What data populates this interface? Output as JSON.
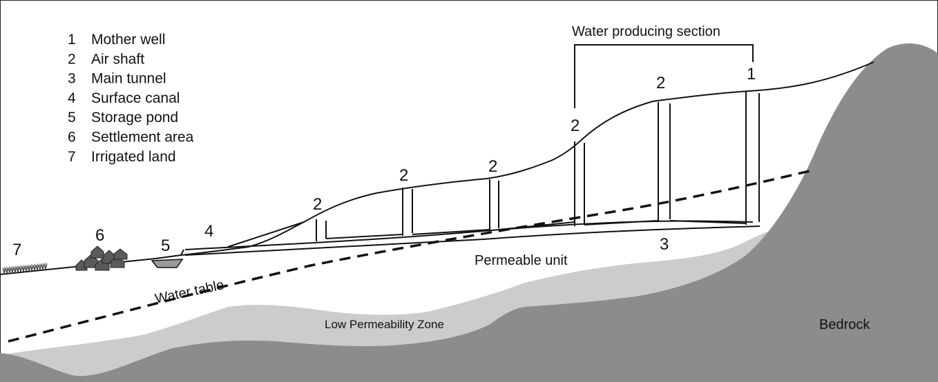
{
  "legend": [
    {
      "number": "1",
      "label": "Mother well"
    },
    {
      "number": "2",
      "label": "Air shaft"
    },
    {
      "number": "3",
      "label": "Main tunnel"
    },
    {
      "number": "4",
      "label": "Surface canal"
    },
    {
      "number": "5",
      "label": "Storage pond"
    },
    {
      "number": "6",
      "label": "Settlement area"
    },
    {
      "number": "7",
      "label": "Irrigated land"
    }
  ],
  "markers": {
    "mother_well": "1",
    "air_shaft": "2",
    "main_tunnel": "3",
    "surface_canal": "4",
    "storage_pond": "5",
    "settlement_area": "6",
    "irrigated_land": "7"
  },
  "labels": {
    "water_producing_section": "Water producing section",
    "permeable_unit": "Permeable unit",
    "water_table": "Water table",
    "low_permeability_zone": "Low Permeability Zone",
    "bedrock": "Bedrock"
  },
  "colors": {
    "bedrock": "#8c8c8c",
    "low_permeability": "#cccccc",
    "line": "#111111",
    "pond": "#9a9a9a",
    "houses": "#5a5a5a"
  }
}
